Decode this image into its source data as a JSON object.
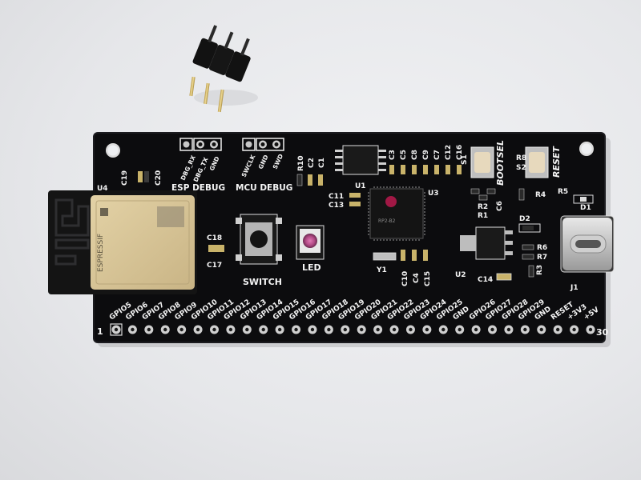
{
  "board": {
    "module_brand": "ESPRESSIF",
    "mcu_marking": "RP2-B2",
    "pin_labels": [
      "GPIO5",
      "GPIO6",
      "GPIO7",
      "GPIO8",
      "GPIO9",
      "GPIO10",
      "GPIO11",
      "GPIO12",
      "GPIO13",
      "GPIO14",
      "GPIO15",
      "GPIO16",
      "GPIO17",
      "GPIO18",
      "GPIO19",
      "GPIO20",
      "GPIO21",
      "GPIO22",
      "GPIO23",
      "GPIO24",
      "GPIO25",
      "GND",
      "GPIO26",
      "GPIO27",
      "GPIO28",
      "GPIO29",
      "GND",
      "RESET",
      "+3V3",
      "+5V"
    ],
    "pin_first": "1",
    "pin_last": "30",
    "header_esp": [
      "DBG_RX",
      "DBG_TX",
      "GND"
    ],
    "header_esp_title": "ESP DEBUG",
    "header_mcu": [
      "SWCLK",
      "GND",
      "SWD"
    ],
    "header_mcu_title": "MCU DEBUG",
    "switch_label": "SWITCH",
    "led_label": "LED",
    "bootsel_label": "BOOTSEL",
    "reset_label": "RESET",
    "designators": {
      "u1": "U1",
      "u2": "U2",
      "u3": "U3",
      "u4": "U4",
      "j1": "J1",
      "y1": "Y1",
      "s1": "S1",
      "s2": "S2",
      "d1": "D1",
      "d2": "D2",
      "r1": "R1",
      "r2": "R2",
      "r3": "R3",
      "r4": "R4",
      "r5": "R5",
      "r6": "R6",
      "r7": "R7",
      "r8": "R8",
      "r10": "R10",
      "c1": "C1",
      "c2": "C2",
      "c3": "C3",
      "c4": "C4",
      "c5": "C5",
      "c6": "C6",
      "c7": "C7",
      "c8": "C8",
      "c9": "C9",
      "c10": "C10",
      "c11": "C11",
      "c12": "C12",
      "c13": "C13",
      "c14": "C14",
      "c15": "C15",
      "c16": "C16",
      "c17": "C17",
      "c18": "C18",
      "c19": "C19",
      "c20": "C20"
    }
  }
}
